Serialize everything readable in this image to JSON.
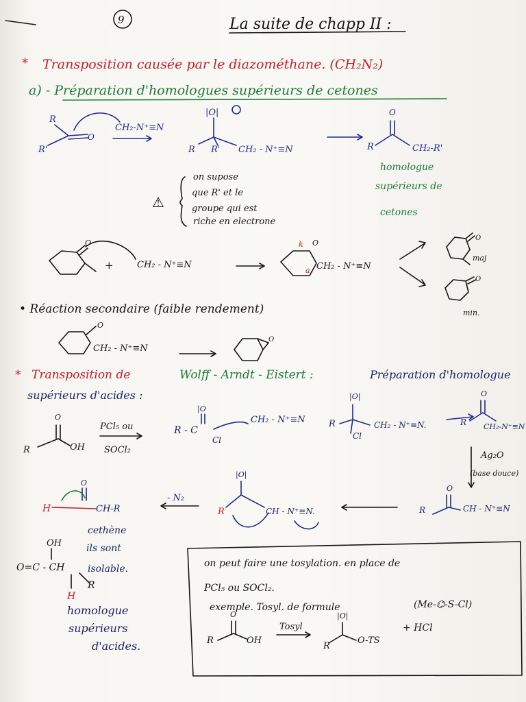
{
  "header": {
    "page_number": "9",
    "title": "La suite de chapp II :"
  },
  "section1": {
    "bullet": "*",
    "title": "Transposition causée par le diazométhane. (CH₂N₂)",
    "sub_a": "a) - Préparation d'homologues supérieurs de cetones",
    "reactant_R": "R",
    "reactant_R2": "R'",
    "reagent": "CH₂-N⁺≡N",
    "inter_R": "R",
    "inter_R2": "R'",
    "inter_chain": "CH₂ - N⁺≡N",
    "inter_O": "|O|",
    "product_R": "R",
    "product_R2": "CH₂-R'",
    "homologue_note": [
      "homologue",
      "supérieurs de",
      "cetones"
    ],
    "note_lines": [
      "on supose",
      "que R' et le",
      "groupe qui est",
      "riche en electrone"
    ],
    "warning": "⚠"
  },
  "cyclo": {
    "plus": "+",
    "reagent": "CH₂ - N⁺≡N",
    "inter_chain": "CH₂ - N⁺≡N",
    "label_k": "k",
    "label_a": "a",
    "maj": "maj",
    "min": "min."
  },
  "secondary": {
    "title": "• Réaction secondaire (faible rendement)",
    "chain": "CH₂ - N⁺≡N"
  },
  "section2": {
    "bullet": "*",
    "title_red": "Transposition de",
    "title_green": "Wolff - Arndt - Eistert :",
    "title_blue_1": "Préparation d'homologue",
    "title_blue_2": "supérieurs d'acides :",
    "acid_R": "R",
    "acid_OH": "OH",
    "acid_O": "O",
    "reagent_arrow": [
      "PCl₅ ou",
      "SOCl₂"
    ],
    "acyl_chloride": "R - C",
    "acyl_Cl": "Cl",
    "diazo": "CH₂ - N⁺≡N",
    "inter_R": "R",
    "inter_Cl": "Cl",
    "inter_chain": "CH₂ - N⁺≡N.",
    "diazoketone_R": "R",
    "diazoketone_chain": "CH₂-N⁺≡N",
    "ag_reagent": [
      "Ag₂O",
      "(base douce)"
    ],
    "ketene_R": "R",
    "ketene_chain": "CH - N⁺≡N",
    "inter2_R": "R",
    "inter2_chain": "CH - N⁺≡N.",
    "minus_n2": "- N₂",
    "ketene_H": "H",
    "ketene_text": "CH-R",
    "cethene": "cethène",
    "isolable": [
      "ils sont",
      "isolable."
    ],
    "product_lines": [
      "OH",
      "O=C - CH",
      "R",
      "H"
    ],
    "product_label": [
      "homologue",
      "supérieurs",
      "d'acides."
    ]
  },
  "box": {
    "lines": [
      "on peut faire une tosylation. en place de",
      "PCl₅ ou SOCl₂.",
      "exemple. Tosyl. de formule"
    ],
    "tosyl_formula": "(Me-⌬-S-Cl)",
    "eq_R": "R",
    "eq_OH": "OH",
    "eq_reagent": "Tosyl",
    "eq_product": "O-TS",
    "eq_hcl": "+ HCl"
  }
}
